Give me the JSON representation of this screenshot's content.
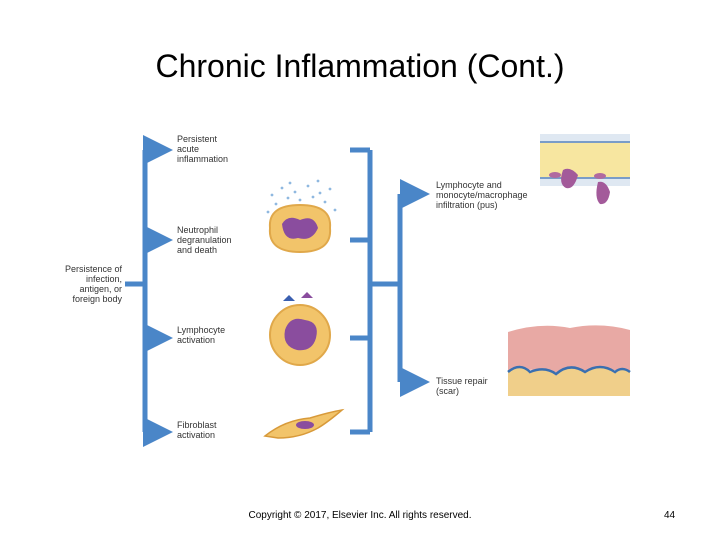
{
  "slide": {
    "title": "Chronic Inflammation (Cont.)",
    "copyright": "Copyright © 2017, Elsevier Inc. All rights reserved.",
    "page_number": "44"
  },
  "diagram": {
    "source": [
      "Persistence of",
      "infection,",
      "antigen, or",
      "foreign body"
    ],
    "processes": [
      [
        "Persistent",
        "acute",
        "inflammation"
      ],
      [
        "Neutrophil",
        "degranulation",
        "and death"
      ],
      [
        "Lymphocyte",
        "activation"
      ],
      [
        "Fibroblast",
        "activation"
      ]
    ],
    "outcomes": [
      [
        "Lymphocyte and",
        "monocyte/macrophage",
        "infiltration (pus)"
      ],
      [
        "Tissue repair",
        "(scar)"
      ]
    ],
    "colors": {
      "arrow": "#4a86c8",
      "arrow_edge": "#2f6aa8",
      "cell_body": "#f2c46a",
      "nucleus": "#8a4d9e",
      "scar_top": "#e8a9a4",
      "scar_bottom": "#f0cf8a",
      "vessel": "#f7e6a0"
    }
  }
}
